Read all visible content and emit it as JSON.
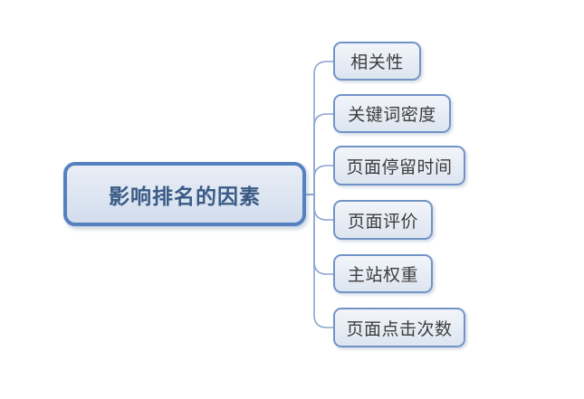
{
  "diagram": {
    "type": "mindmap",
    "root": {
      "label": "影响排名的因素"
    },
    "children": [
      {
        "label": "相关性"
      },
      {
        "label": "关键词密度"
      },
      {
        "label": "页面停留时间"
      },
      {
        "label": "页面评价"
      },
      {
        "label": "主站权重"
      },
      {
        "label": "页面点击次数"
      }
    ],
    "colors": {
      "background": "#ffffff",
      "root_border": "#5581c1",
      "root_fill_top": "#e9eef6",
      "root_fill_bottom": "#d2dded",
      "root_text": "#3a5a85",
      "child_border": "#7293c6",
      "child_fill_top": "#f2f5fa",
      "child_fill_bottom": "#dde5f0",
      "child_text": "#3d3d3d",
      "connector": "#8aa5cd"
    }
  }
}
